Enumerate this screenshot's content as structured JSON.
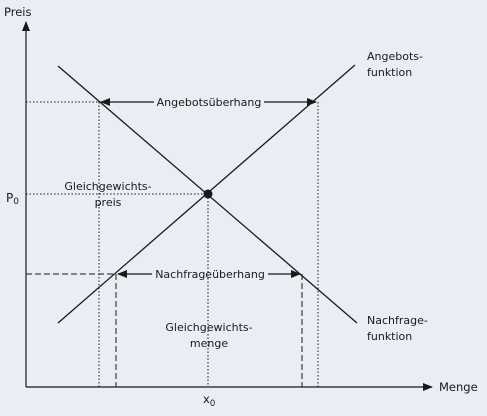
{
  "axes": {
    "y_label": "Preis",
    "x_label": "Menge",
    "p0_main": "P",
    "p0_sub": "0",
    "x0_main": "x",
    "x0_sub": "0"
  },
  "annotations": {
    "supply_label_line1": "Angebots-",
    "supply_label_line2": "funktion",
    "demand_label_line1": "Nachfrage-",
    "demand_label_line2": "funktion",
    "excess_supply": "Angebotsüberhang",
    "excess_demand": "Nachfrageüberhang",
    "eq_price_line1": "Gleichgewichts-",
    "eq_price_line2": "preis",
    "eq_quantity_line1": "Gleichgewichts-",
    "eq_quantity_line2": "menge"
  },
  "colors": {
    "background": "#e9edf4",
    "ink": "#1a1a1a"
  }
}
